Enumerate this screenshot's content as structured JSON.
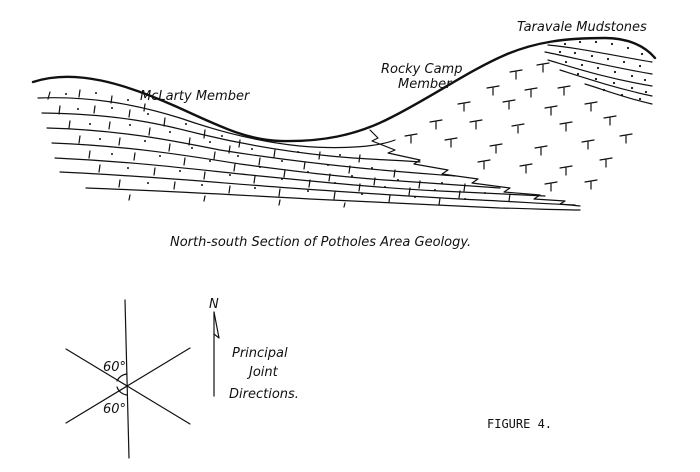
{
  "section": {
    "caption": "North-south Section of Potholes Area Geology.",
    "units": {
      "mclarty": "McLarty Member",
      "rocky_camp_line1": "Rocky Camp",
      "rocky_camp_line2": "Member",
      "taravale": "Taravale Mudstones"
    }
  },
  "joints": {
    "north_label": "N",
    "angle_upper": "60°",
    "angle_lower": "60°",
    "label_line1": "Principal",
    "label_line2": "Joint",
    "label_line3": "Directions."
  },
  "figure_label": "FIGURE 4."
}
